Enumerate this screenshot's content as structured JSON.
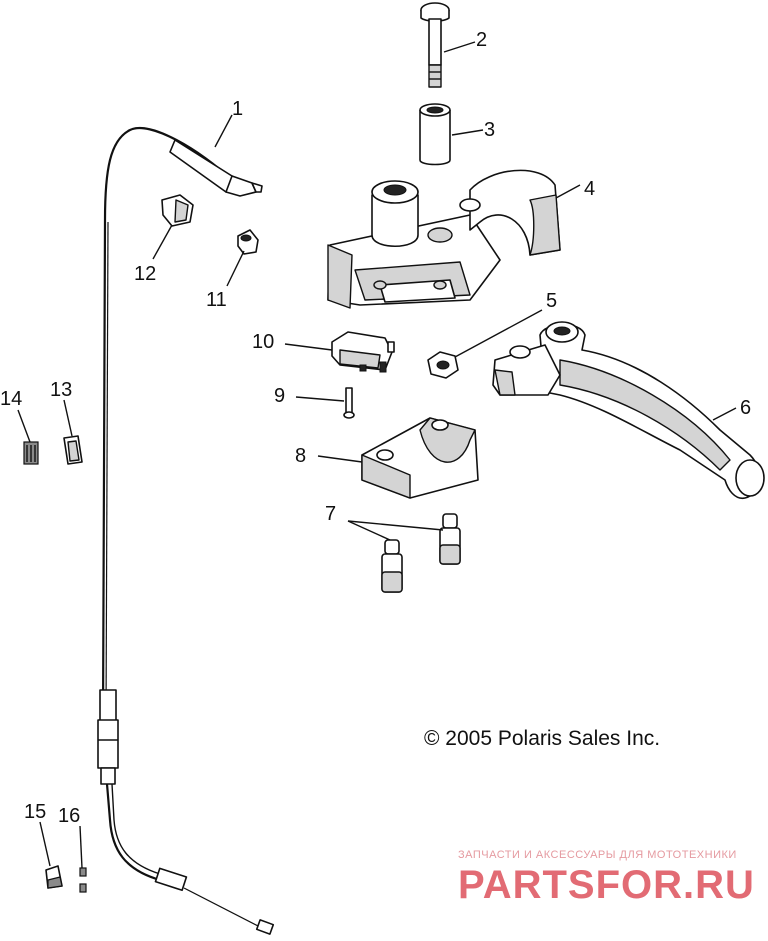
{
  "callouts": [
    "1",
    "2",
    "3",
    "4",
    "5",
    "6",
    "7",
    "8",
    "9",
    "10",
    "11",
    "12",
    "13",
    "14",
    "15",
    "16"
  ],
  "copyright": "© 2005 Polaris Sales Inc.",
  "watermark": {
    "tagline": "ЗАПЧАСТИ И АКСЕССУАРЫ ДЛЯ МОТОТЕХНИКИ",
    "brand": "PARTSFOR.RU"
  }
}
